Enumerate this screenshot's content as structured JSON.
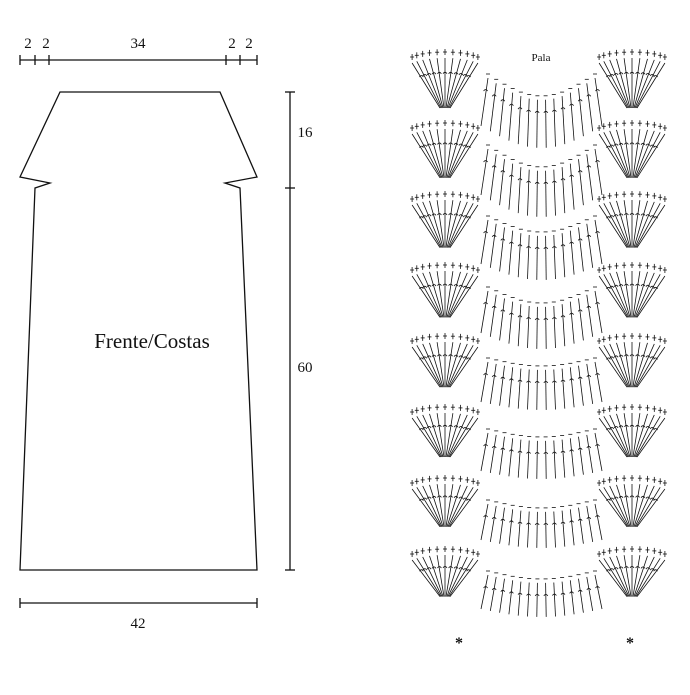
{
  "schematic": {
    "piece_label": "Frente/Costas",
    "top_dims": [
      "2",
      "2",
      "34",
      "2",
      "2"
    ],
    "yoke_height": "16",
    "body_height": "60",
    "bottom_width": "42"
  },
  "stitch_chart": {
    "title": "Pala",
    "repeat_mark_left": "*",
    "repeat_mark_right": "*"
  }
}
